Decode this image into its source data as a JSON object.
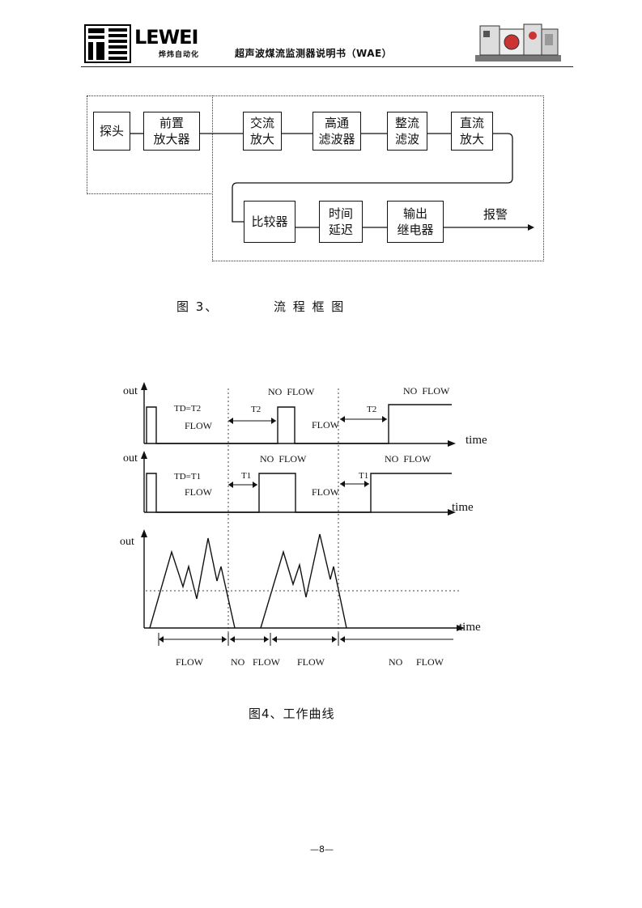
{
  "header": {
    "brand": "LEWEI",
    "brand_sub": "烨炜自动化",
    "doc_title": "超声波煤流监测器说明书（WAE）"
  },
  "flow_diagram": {
    "blocks": [
      {
        "id": "probe",
        "label": "探头"
      },
      {
        "id": "preamp",
        "label": "前置\n放大器"
      },
      {
        "id": "ac_amp",
        "label": "交流\n放大"
      },
      {
        "id": "hpf",
        "label": "高通\n滤波器"
      },
      {
        "id": "rect",
        "label": "整流\n滤波"
      },
      {
        "id": "dc_amp",
        "label": "直流\n放大"
      },
      {
        "id": "comp",
        "label": "比较器"
      },
      {
        "id": "delay",
        "label": "时间\n延迟"
      },
      {
        "id": "relay",
        "label": "输出\n继电器"
      }
    ],
    "output_label": "报警",
    "caption": "图 3、          流 程 框 图"
  },
  "timing_chart": {
    "out_label": "out",
    "time_label": "time",
    "flow": "FLOW",
    "no_flow": "NO  FLOW",
    "td_t2": "TD=T2",
    "td_t1": "TD=T1",
    "t2": "T2",
    "t1": "T1",
    "bottom_labels": [
      "FLOW",
      "NO",
      "FLOW",
      "FLOW",
      "NO",
      "FLOW"
    ],
    "caption": "图4、工作曲线"
  },
  "page_number": "—8—"
}
